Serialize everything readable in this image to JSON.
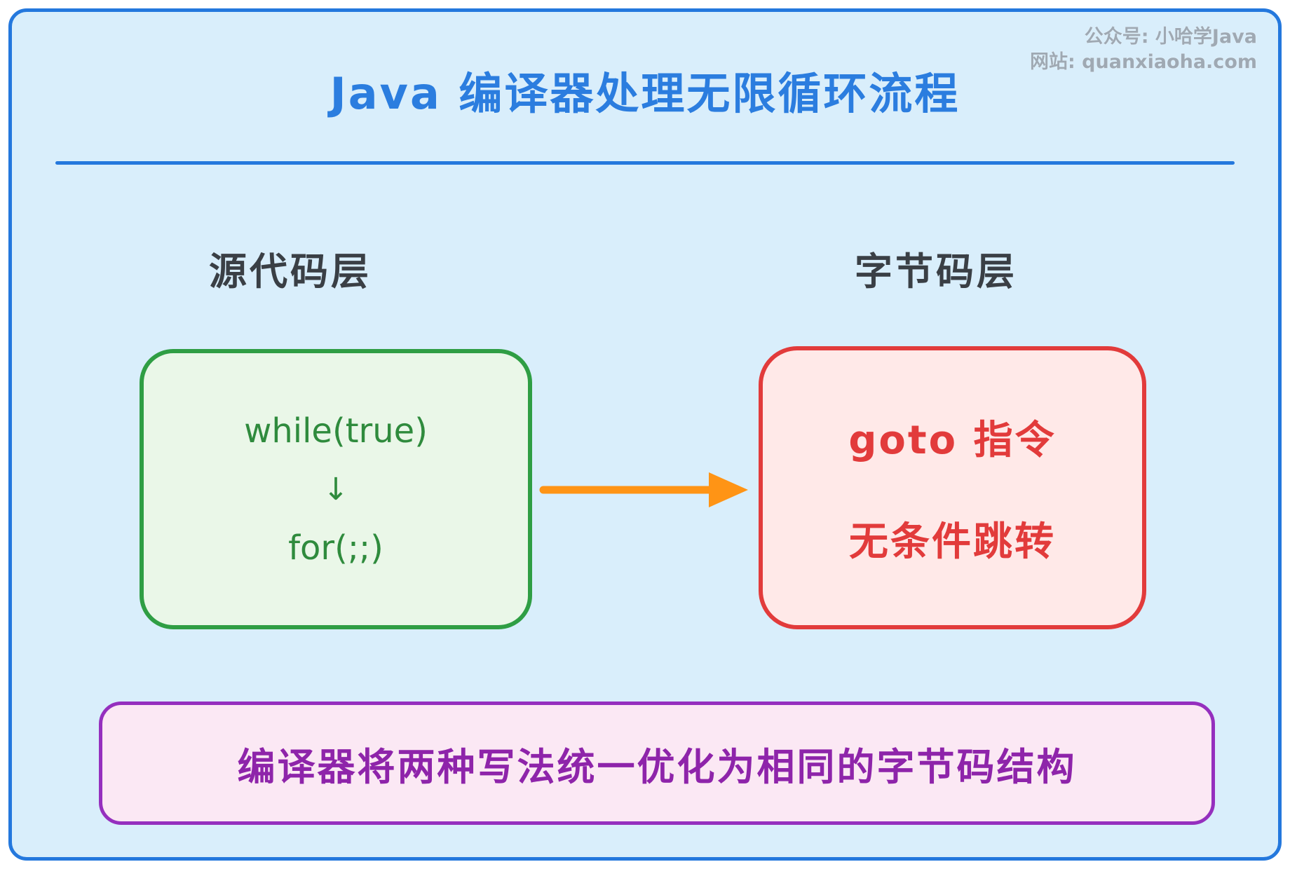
{
  "title": "Java 编译器处理无限循环流程",
  "watermark": {
    "line1": "公众号: 小哈学Java",
    "line2": "网站: quanxiaoha.com"
  },
  "labels": {
    "source_layer": "源代码层",
    "bytecode_layer": "字节码层"
  },
  "source_box": {
    "while_line": "while(true)",
    "down_arrow": "↓",
    "for_line": "for(;;)"
  },
  "bytecode_box": {
    "goto_line": "goto 指令",
    "jump_line": "无条件跳转"
  },
  "footer": {
    "note": "编译器将两种写法统一优化为相同的字节码结构"
  },
  "colors": {
    "canvas_background": "#d9eefb",
    "frame_blue": "#2478dd",
    "title_blue": "#2b7ddf",
    "source_border_green": "#2f9e44",
    "source_fill_green": "#eaf7e8",
    "source_text_green": "#2f8b3d",
    "bytecode_border_red": "#e23b3b",
    "bytecode_fill_red": "#ffe9e8",
    "bytecode_text_red": "#e23b3b",
    "footer_border_purple": "#952fbe",
    "footer_fill_pink": "#fbe8f4",
    "footer_text_purple": "#8e24aa",
    "arrow_orange": "#ff9415",
    "watermark_gray": "#9fa9b3"
  }
}
